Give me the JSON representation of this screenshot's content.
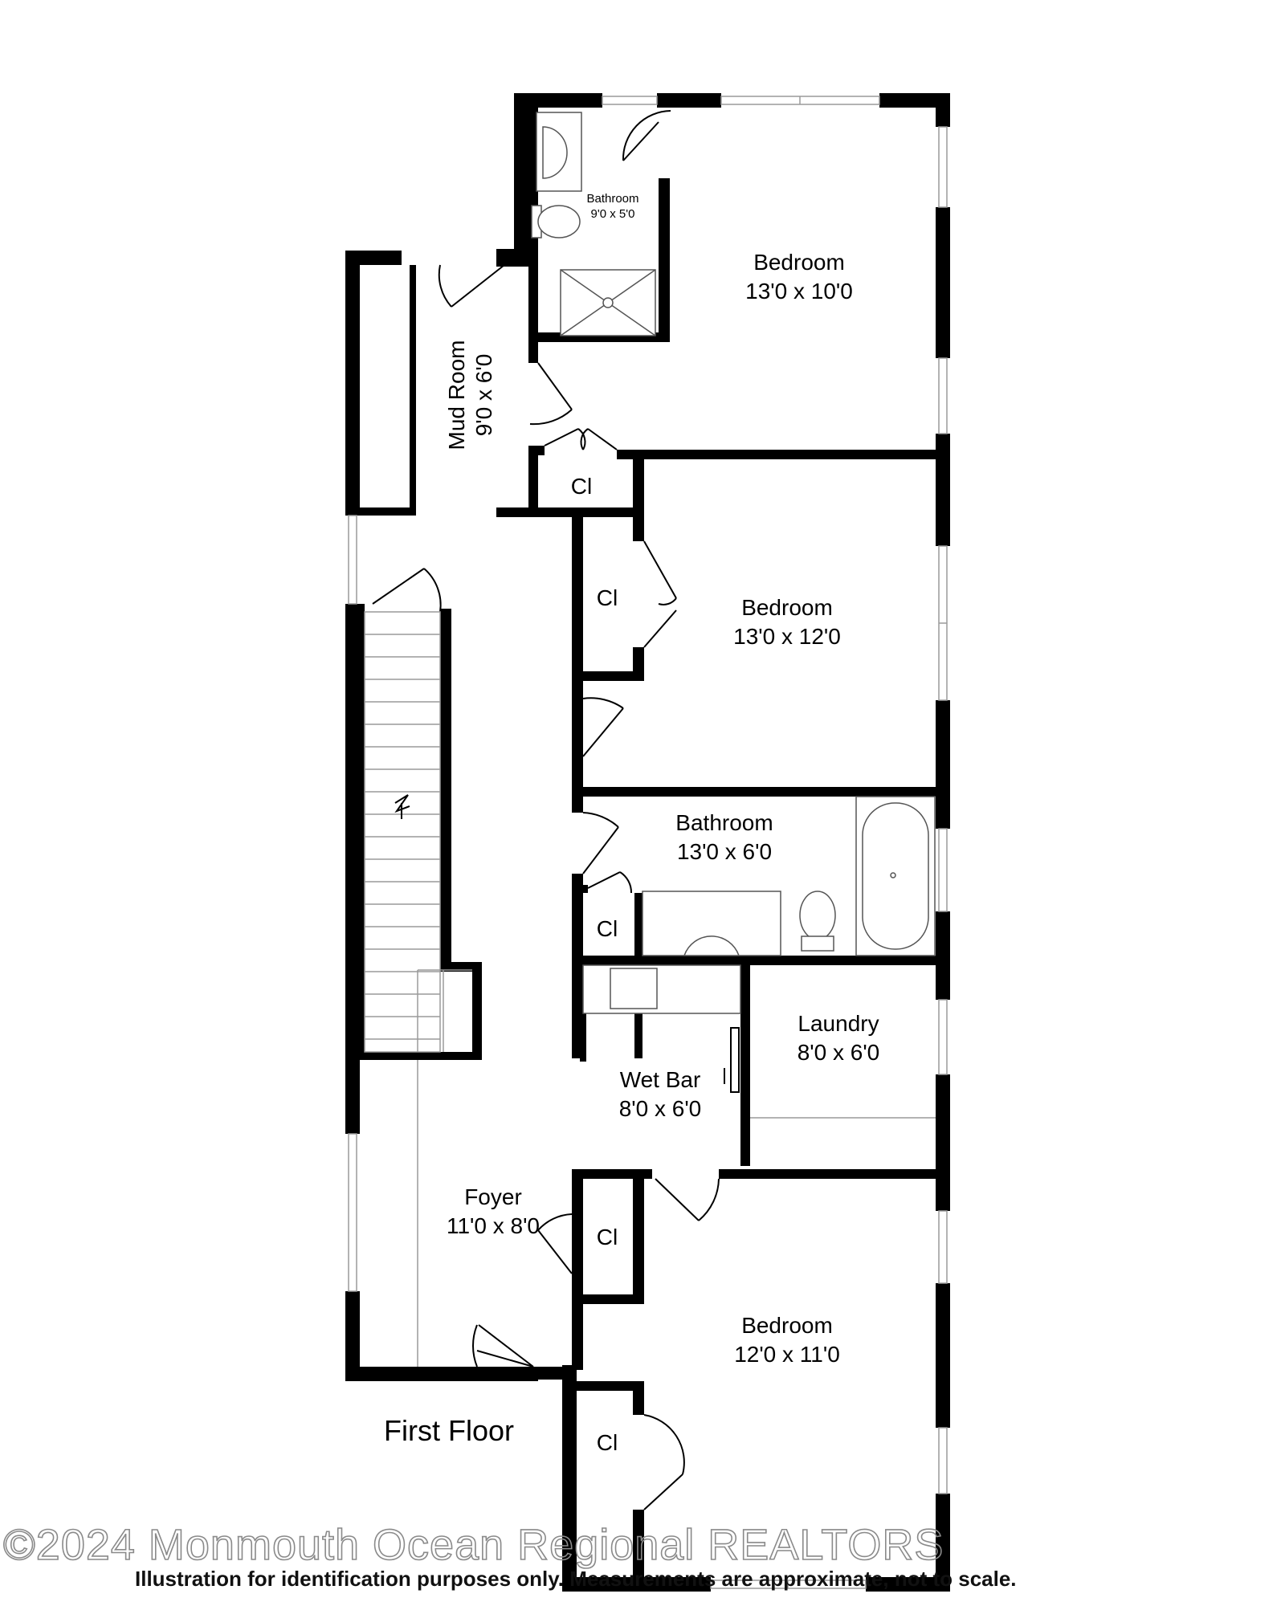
{
  "rooms": {
    "bedroom_1": {
      "name": "Bedroom",
      "size": "13'0 x 10'0"
    },
    "bath_small": {
      "name": "Bathroom",
      "size": "9'0 x 5'0"
    },
    "mud_room": {
      "name": "Mud Room",
      "size": "9'0 x 6'0"
    },
    "bedroom_2": {
      "name": "Bedroom",
      "size": "13'0 x 12'0"
    },
    "bathroom": {
      "name": "Bathroom",
      "size": "13'0 x 6'0"
    },
    "laundry": {
      "name": "Laundry",
      "size": "8'0 x 6'0"
    },
    "wet_bar": {
      "name": "Wet Bar",
      "size": "8'0 x 6'0"
    },
    "foyer": {
      "name": "Foyer",
      "size": "11'0 x 8'0"
    },
    "bedroom_3": {
      "name": "Bedroom",
      "size": "12'0 x 11'0"
    }
  },
  "closets": [
    "Cl",
    "Cl",
    "Cl",
    "Cl",
    "Cl"
  ],
  "floor_label": "First Floor",
  "watermark": "©2024 Monmouth Ocean Regional REALTORS",
  "disclaimer": "Illustration for identification purposes only. Measurements are approximate, not to scale."
}
